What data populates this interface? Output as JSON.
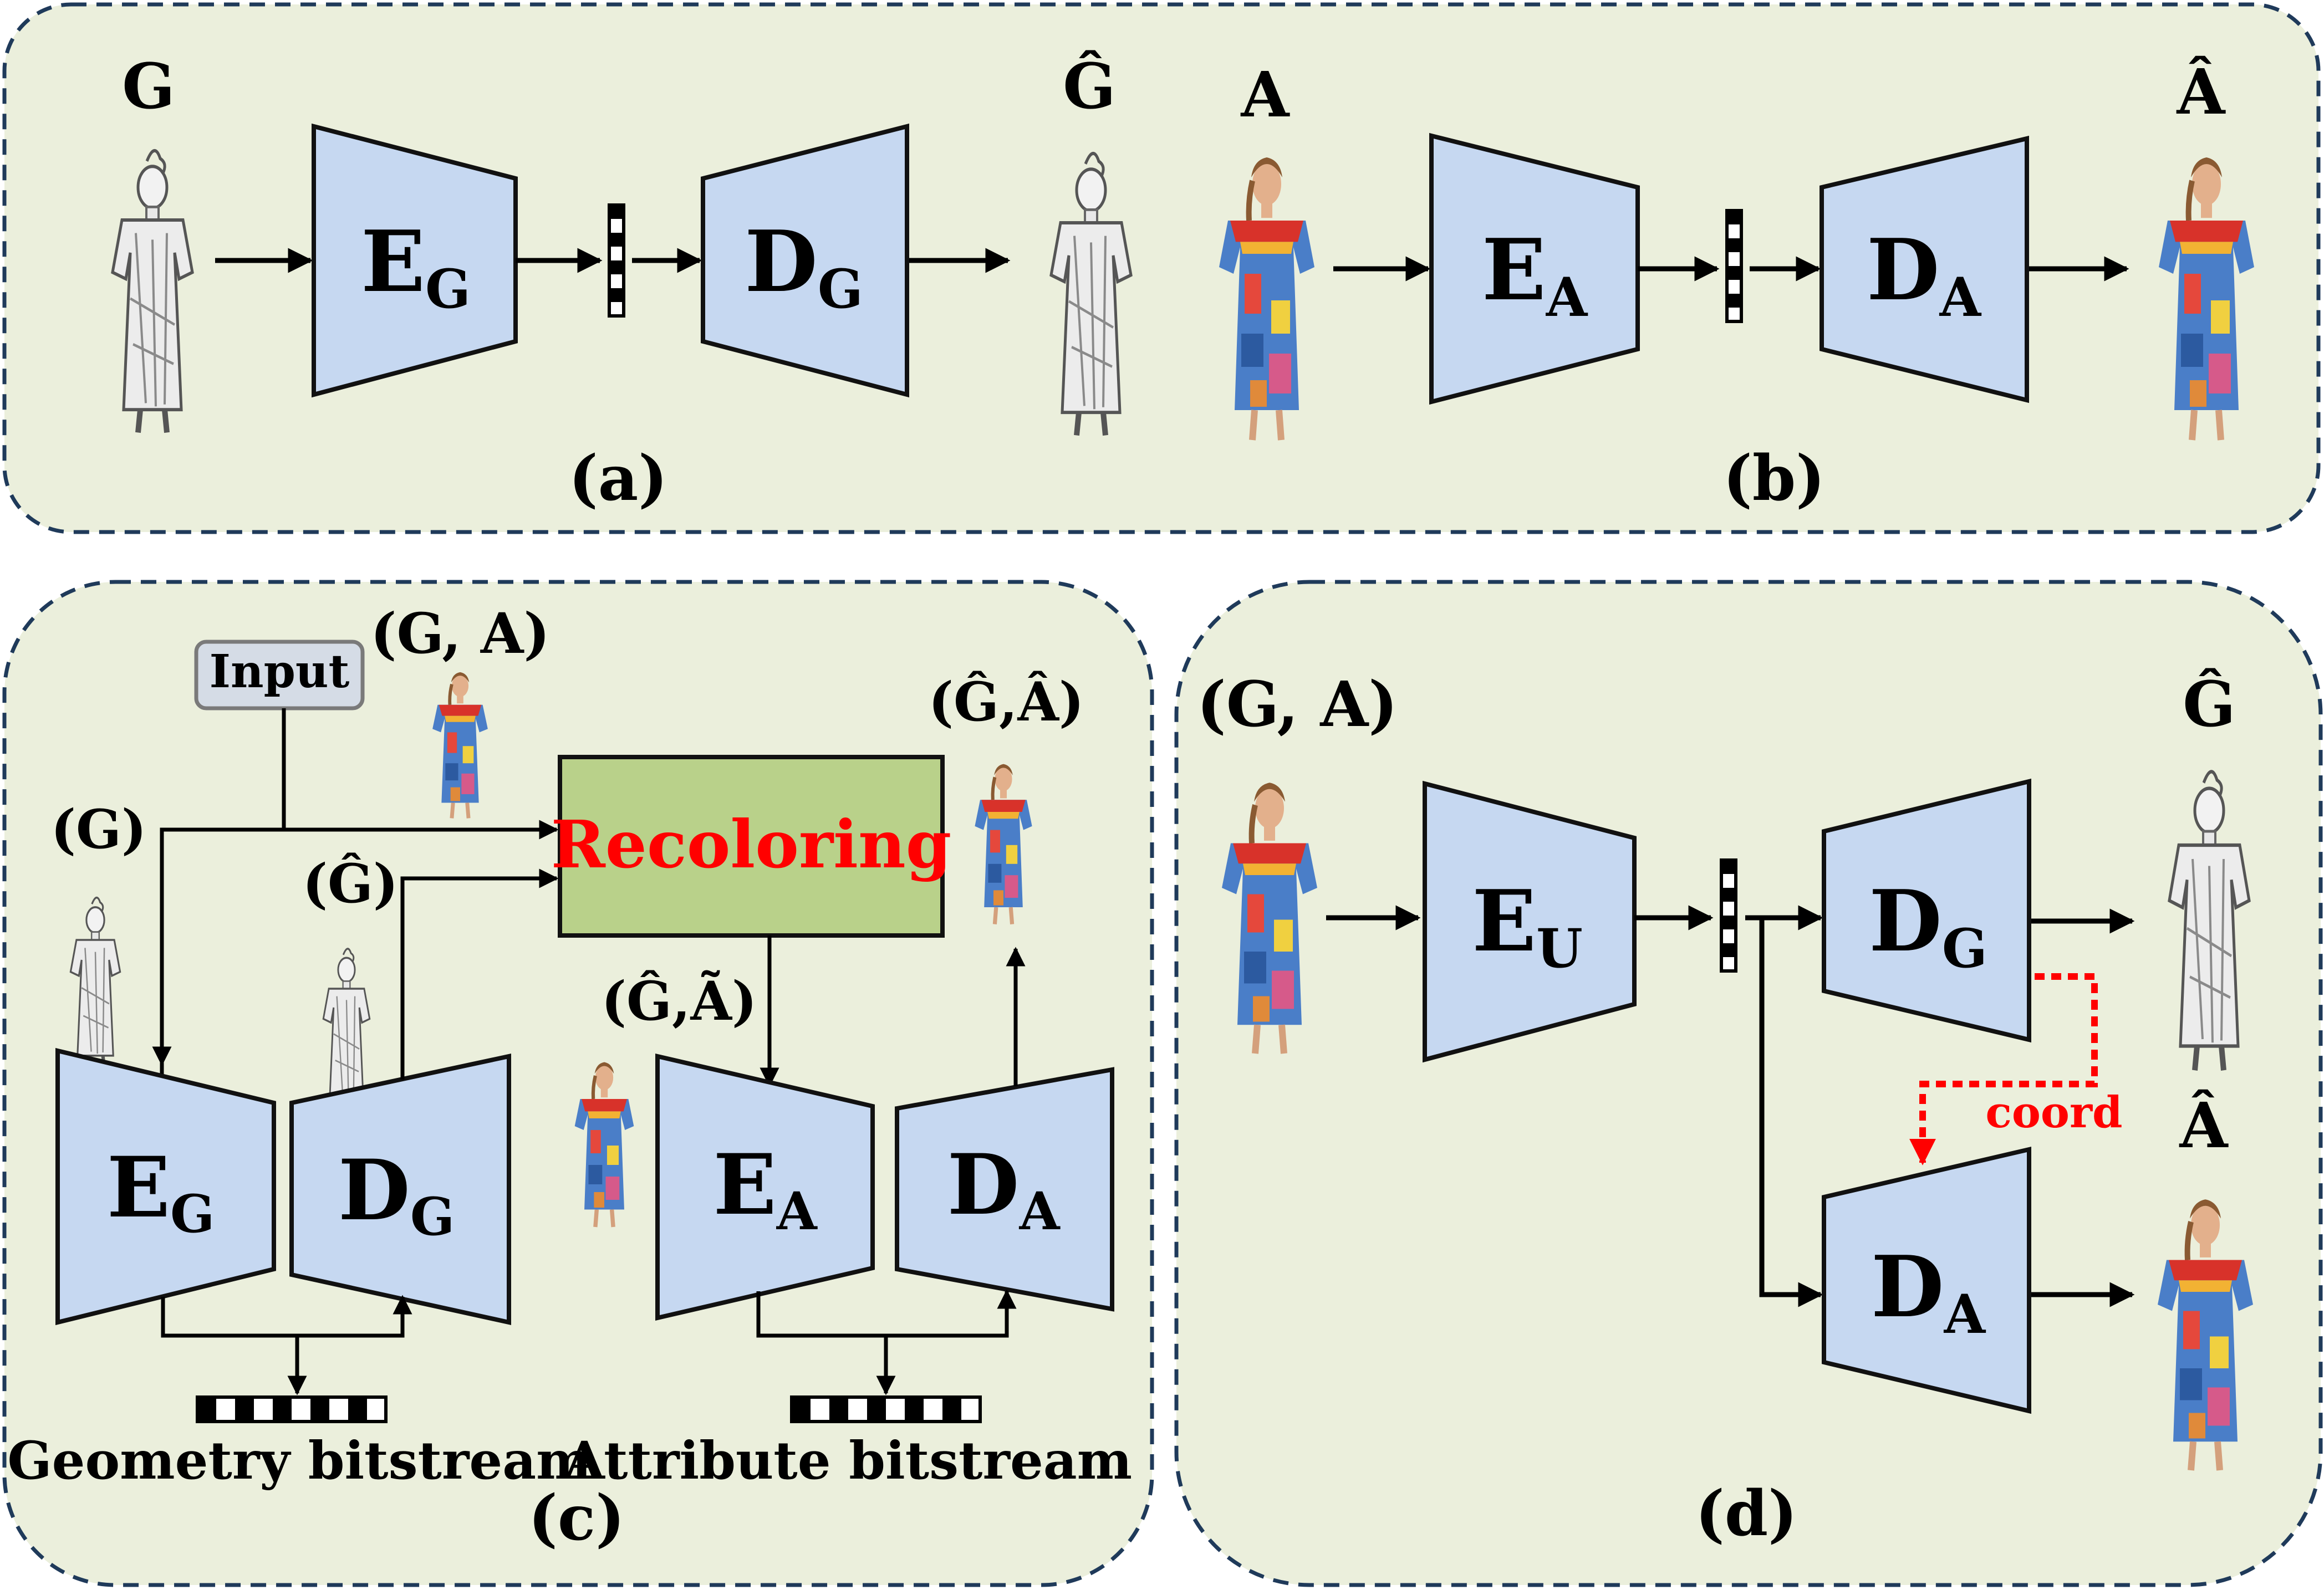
{
  "colors": {
    "panel_fill": "#ebefdc",
    "panel_border": "#1f3a5a",
    "block_fill": "#c6d8f1",
    "block_stroke": "#111111",
    "recolor_fill": "#b9d18a",
    "recolor_text": "#ff0000",
    "coord_arrow": "#ff0000",
    "input_fill": "#d5dce6"
  },
  "icons": {
    "geometry": "gray-statue-figure-icon",
    "attribute": "colored-dress-figure-icon",
    "latent": "black-white-latent-vector-icon"
  },
  "panel_a": {
    "caption": "(a)",
    "input_label": "G",
    "output_label": "Ĝ",
    "encoder": {
      "main": "E",
      "sub": "G"
    },
    "decoder": {
      "main": "D",
      "sub": "G"
    }
  },
  "panel_b": {
    "caption": "(b)",
    "input_label": "A",
    "output_label": "Â",
    "encoder": {
      "main": "E",
      "sub": "A"
    },
    "decoder": {
      "main": "D",
      "sub": "A"
    }
  },
  "panel_c": {
    "caption": "(c)",
    "input_box": "Input",
    "input_label": "(G, A)",
    "g_label": "(G)",
    "g_hat_label": "(Ĝ)",
    "recoloring": "Recoloring",
    "recolored_label": "(Ĝ,Ã)",
    "output_label": "(Ĝ,Â)",
    "geo_encoder": {
      "main": "E",
      "sub": "G"
    },
    "geo_decoder": {
      "main": "D",
      "sub": "G"
    },
    "attr_encoder": {
      "main": "E",
      "sub": "A"
    },
    "attr_decoder": {
      "main": "D",
      "sub": "A"
    },
    "geometry_bitstream": "Geometry bitstream",
    "attribute_bitstream": "Attribute bitstream"
  },
  "panel_d": {
    "caption": "(d)",
    "input_label": "(G, A)",
    "encoder": {
      "main": "E",
      "sub": "U"
    },
    "geo_decoder": {
      "main": "D",
      "sub": "G"
    },
    "attr_decoder": {
      "main": "D",
      "sub": "A"
    },
    "coord_label": "coord",
    "geo_output_label": "Ĝ",
    "attr_output_label": "Â"
  }
}
